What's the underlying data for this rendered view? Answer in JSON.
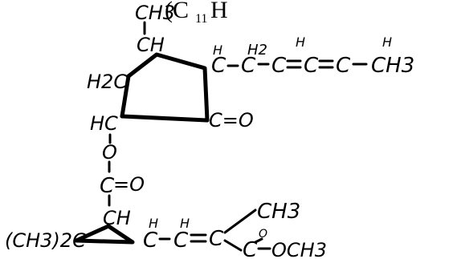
{
  "header": {
    "top_fragment": "(C",
    "subscript": "11",
    "tail": "H"
  },
  "top": {
    "ch3": "CH3",
    "ch": "CH"
  },
  "ring": {
    "h2c": "H2C",
    "hc": "HC",
    "co": "C=O"
  },
  "side_chain": {
    "c1": "C",
    "h1": "H",
    "c2": "C",
    "h2": "H2",
    "c3": "C",
    "h3": "H",
    "c4": "C",
    "c5": "C",
    "h5": "H",
    "ch3": "CH3"
  },
  "ester": {
    "o": "O",
    "c": "C",
    "eq_o": "=O"
  },
  "cyclopropane": {
    "ch": "CH",
    "dimethyl": "(CH3)2C"
  },
  "tail": {
    "c1": "C",
    "h1": "H",
    "c2": "C",
    "h2": "H",
    "c3": "C",
    "ch3": "CH3",
    "ester": "C",
    "o_top": "O",
    "och3": "OCH3"
  }
}
